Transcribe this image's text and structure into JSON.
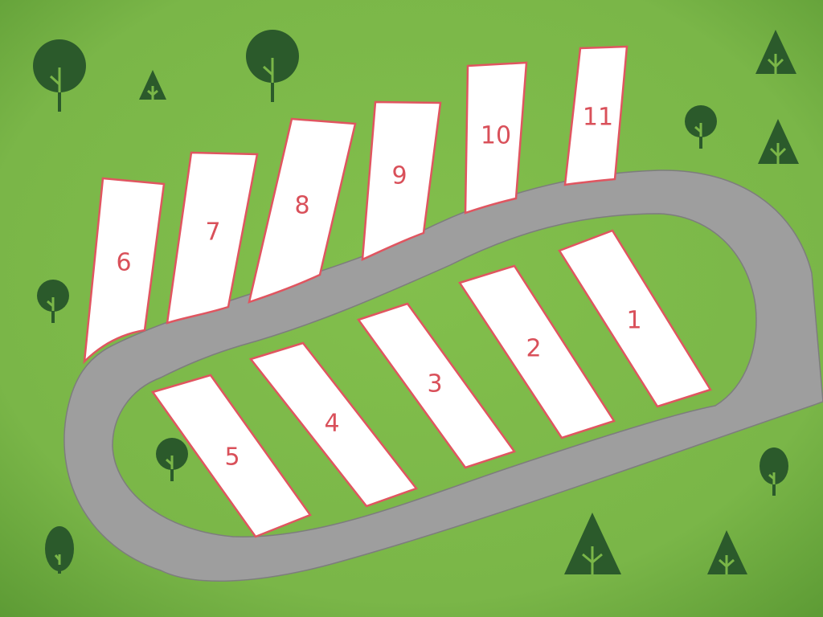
{
  "map": {
    "colors": {
      "grass": "#7ab648",
      "grass_edge": "#5c9a34",
      "road": "#9e9e9e",
      "road_edge": "#7d7d7d",
      "plot_fill": "#ffffff",
      "plot_border": "#e05560",
      "plot_label": "#d9505a",
      "tree": "#2b5a2b"
    },
    "plots": [
      {
        "id": "1",
        "label": "1"
      },
      {
        "id": "2",
        "label": "2"
      },
      {
        "id": "3",
        "label": "3"
      },
      {
        "id": "4",
        "label": "4"
      },
      {
        "id": "5",
        "label": "5"
      },
      {
        "id": "6",
        "label": "6"
      },
      {
        "id": "7",
        "label": "7"
      },
      {
        "id": "8",
        "label": "8"
      },
      {
        "id": "9",
        "label": "9"
      },
      {
        "id": "10",
        "label": "10"
      },
      {
        "id": "11",
        "label": "11"
      }
    ],
    "trees": [
      {
        "type": "round-tree-icon"
      },
      {
        "type": "pine-tree-icon"
      },
      {
        "type": "round-tree-icon"
      },
      {
        "type": "pine-tree-icon"
      },
      {
        "type": "round-tree-icon"
      },
      {
        "type": "pine-tree-icon"
      },
      {
        "type": "round-tree-icon"
      },
      {
        "type": "round-tree-icon"
      },
      {
        "type": "oval-tree-icon"
      },
      {
        "type": "oval-tree-icon"
      },
      {
        "type": "pine-tree-icon"
      },
      {
        "type": "pine-tree-icon"
      }
    ]
  }
}
